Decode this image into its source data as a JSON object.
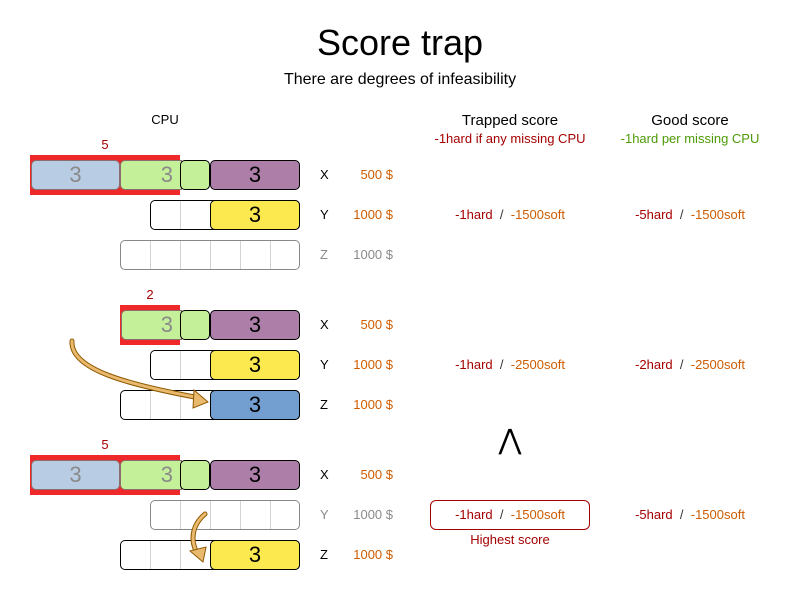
{
  "title": "Score trap",
  "subtitle": "There are degrees of infeasibility",
  "cpu_header": "CPU",
  "columns": {
    "trapped": {
      "title": "Trapped score",
      "rule": "-1hard if any missing CPU"
    },
    "good": {
      "title": "Good score",
      "rule": "-1hard per missing CPU"
    }
  },
  "separator": "/",
  "comparison_symbol": "⋀",
  "scenarios": [
    {
      "missing_cpu": "5",
      "rows": [
        {
          "computer": "X",
          "cost": "500 $",
          "processes": [
            "3",
            "3",
            "3"
          ]
        },
        {
          "computer": "Y",
          "cost": "1000 $",
          "processes": [
            "3"
          ]
        },
        {
          "computer": "Z",
          "cost": "1000 $",
          "processes": []
        }
      ],
      "trapped_score": {
        "hard": "-1hard",
        "soft": "-1500soft"
      },
      "good_score": {
        "hard": "-5hard",
        "soft": "-1500soft"
      }
    },
    {
      "missing_cpu": "2",
      "rows": [
        {
          "computer": "X",
          "cost": "500 $",
          "processes": [
            "3",
            "3"
          ]
        },
        {
          "computer": "Y",
          "cost": "1000 $",
          "processes": [
            "3"
          ]
        },
        {
          "computer": "Z",
          "cost": "1000 $",
          "processes": [
            "3"
          ]
        }
      ],
      "trapped_score": {
        "hard": "-1hard",
        "soft": "-2500soft"
      },
      "good_score": {
        "hard": "-2hard",
        "soft": "-2500soft"
      }
    },
    {
      "missing_cpu": "5",
      "rows": [
        {
          "computer": "X",
          "cost": "500 $",
          "processes": [
            "3",
            "3",
            "3"
          ]
        },
        {
          "computer": "Y",
          "cost": "1000 $",
          "processes": []
        },
        {
          "computer": "Z",
          "cost": "1000 $",
          "processes": [
            "3"
          ]
        }
      ],
      "trapped_score": {
        "hard": "-1hard",
        "soft": "-1500soft"
      },
      "good_score": {
        "hard": "-5hard",
        "soft": "-1500soft"
      },
      "highlight_label": "Highest score"
    }
  ],
  "colors": {
    "overload": "#ef2929",
    "process_blue_light": "#b8cce4",
    "process_green": "#c5f09a",
    "process_purple": "#ad7fa8",
    "process_yellow": "#fce94f",
    "process_blue": "#729fcf",
    "hard_score": "#a40000",
    "soft_score": "#ce5c00",
    "good_rule": "#4e9a06",
    "arrow": "#e9b96e"
  }
}
